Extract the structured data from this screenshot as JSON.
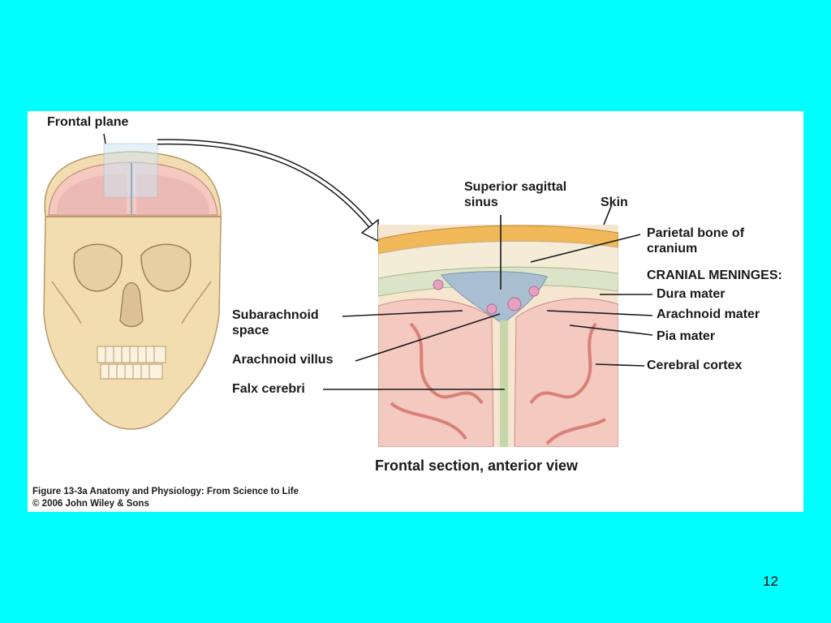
{
  "figure": {
    "labels": {
      "frontal_plane": "Frontal plane",
      "superior_sagittal_sinus": "Superior sagittal sinus",
      "skin": "Skin",
      "parietal_bone": "Parietal bone of cranium",
      "cranial_meninges": "CRANIAL MENINGES:",
      "dura_mater": "Dura mater",
      "arachnoid_mater": "Arachnoid mater",
      "pia_mater": "Pia mater",
      "cerebral_cortex": "Cerebral cortex",
      "subarachnoid_space": "Subarachnoid space",
      "arachnoid_villus": "Arachnoid villus",
      "falx_cerebri": "Falx cerebri"
    },
    "section_title": "Frontal section, anterior view",
    "caption_line1": "Figure 13-3a  Anatomy and Physiology: From Science to Life",
    "caption_line2": "© 2006 John Wiley & Sons"
  },
  "slide_number": "12",
  "colors": {
    "background": "#00ffff",
    "panel": "#ffffff",
    "bone": "#f2ddb0",
    "brain": "#f3c9c0",
    "dura": "#a9bfd1"
  }
}
